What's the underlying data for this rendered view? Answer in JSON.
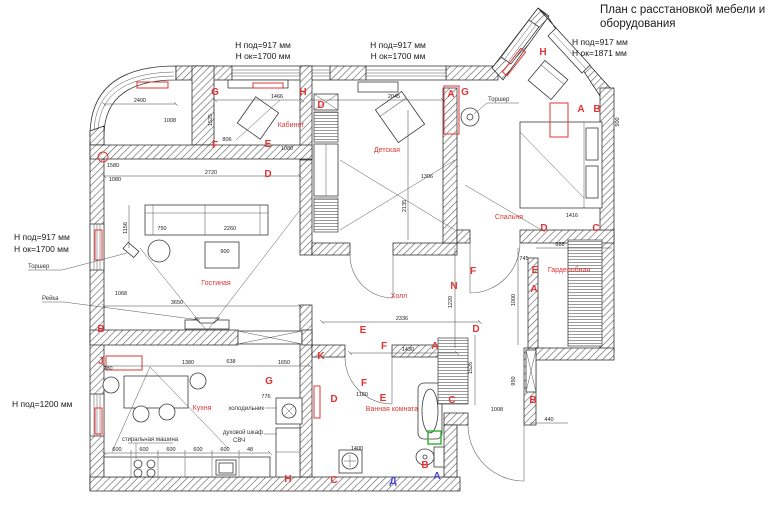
{
  "title": {
    "line1": "План с расстановкой мебели и",
    "line2": "оборудования"
  },
  "window_labels": {
    "top1_l1": "Н под=917 мм",
    "top1_l2": "Н ок=1700 мм",
    "top2_l1": "Н под=917 мм",
    "top2_l2": "Н ок=1700 мм",
    "top3_l1": "Н под=917 мм",
    "top3_l2": "Н ок=1871 мм",
    "left_l1": "Н под=917 мм",
    "left_l2": "Н ок=1700 мм",
    "bottom_l1": "Н под=1200 мм"
  },
  "rooms": {
    "study": "Кабинет",
    "nursery": "Детская",
    "bedroom": "Спальня",
    "living": "Гостиная",
    "hall": "Холл",
    "kitchen": "Кухня",
    "bathroom": "Ванная комната",
    "wardrobe": "Гардеробная"
  },
  "annotations": {
    "floor_lamp_left": "Торшер",
    "floor_lamp_top": "Торшер",
    "rail": "Рейка",
    "fridge": "холодильник",
    "oven": "духовой шкаф",
    "microwave": "СВЧ",
    "washer": "стиральная машина"
  },
  "markers": [
    "G",
    "H",
    "A",
    "G",
    "H",
    "A",
    "B",
    "F",
    "E",
    "D",
    "D",
    "D",
    "C",
    "F",
    "E",
    "A",
    "N",
    "B",
    "E",
    "D",
    "F",
    "A",
    "K",
    "J",
    "G",
    "F",
    "D",
    "E",
    "C",
    "B",
    "B",
    "C",
    "H",
    "А",
    "Д"
  ],
  "dims": [
    "2400",
    "1008",
    "1580",
    "1466",
    "2045",
    "1525",
    "806",
    "1080",
    "2720",
    "1080",
    "1306",
    "2135",
    "1156",
    "750",
    "2260",
    "900",
    "1416",
    "688",
    "745",
    "500",
    "1068",
    "3650",
    "2336",
    "1430",
    "1220",
    "1000",
    "280",
    "1380",
    "638",
    "1650",
    "776",
    "1180",
    "950",
    "1526",
    "1400",
    "600",
    "600",
    "600",
    "600",
    "600",
    "48",
    "440",
    "1008"
  ]
}
